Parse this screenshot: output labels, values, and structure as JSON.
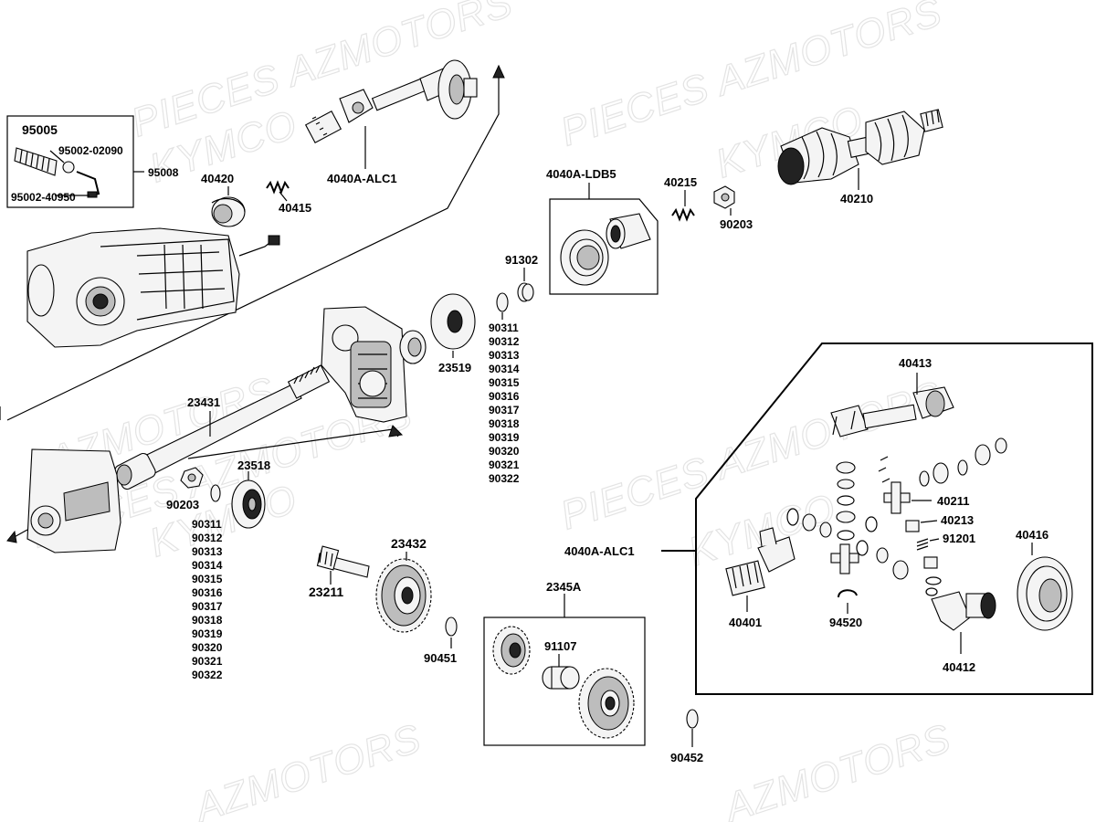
{
  "watermarks": {
    "w1": "PIECES AZMOTORS",
    "w2": "KYMCO",
    "w3": "PIECES AZMOTORS",
    "w4": "KYMCO",
    "w5": "AZMOTORS",
    "w6": "PIECES AZMOTORS",
    "w7": "KYMCO",
    "w8": "PIECES AZMOTORS",
    "w9": "KYMCO",
    "w10": "AZMOTORS",
    "w11": "AZMOTORS"
  },
  "labels": {
    "p95005": "95005",
    "p95002_02090": "95002-02090",
    "p95008": "95008",
    "p95002_40950": "95002-40950",
    "p40420": "40420",
    "p40415": "40415",
    "p4040A_ALC1_top": "4040A-ALC1",
    "p4040A_LDB5": "4040A-LDB5",
    "p40215": "40215",
    "p90203_top": "90203",
    "p40210": "40210",
    "p91302": "91302",
    "p23519": "23519",
    "p23431": "23431",
    "p23518": "23518",
    "p90203_left": "90203",
    "p23432": "23432",
    "p23211": "23211",
    "p90451": "90451",
    "p2345A": "2345A",
    "p91107": "91107",
    "p90452": "90452",
    "p4040A_ALC1_right": "4040A-ALC1",
    "p40413": "40413",
    "p40211": "40211",
    "p40213": "40213",
    "p91201": "91201",
    "p40416": "40416",
    "p40401": "40401",
    "p94520": "94520",
    "p40412": "40412"
  },
  "shim_list_center": [
    "90311",
    "90312",
    "90313",
    "90314",
    "90315",
    "90316",
    "90317",
    "90318",
    "90319",
    "90320",
    "90321",
    "90322"
  ],
  "shim_list_left": [
    "90311",
    "90312",
    "90313",
    "90314",
    "90315",
    "90316",
    "90317",
    "90318",
    "90319",
    "90320",
    "90321",
    "90322"
  ]
}
